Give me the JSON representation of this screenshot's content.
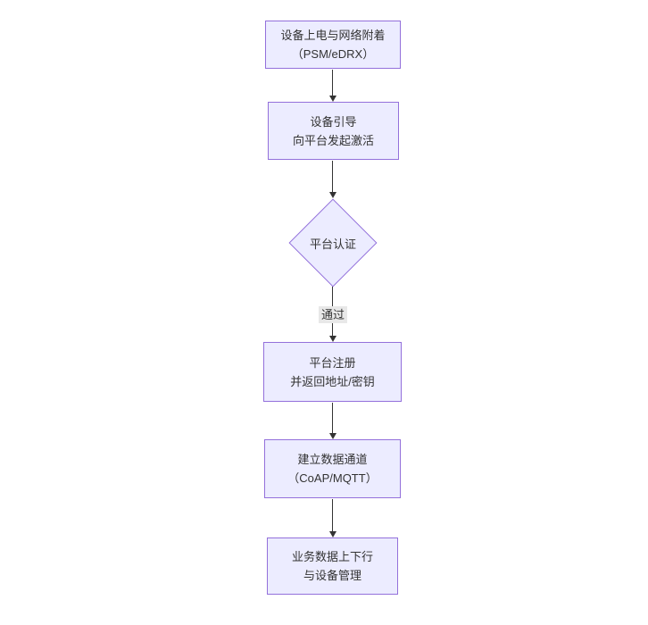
{
  "diagram": {
    "type": "flowchart-vertical",
    "nodes": [
      {
        "id": "power-network-attach",
        "shape": "rect",
        "lines": [
          "设备上电与网络附着",
          "（PSM/eDRX）"
        ]
      },
      {
        "id": "device-bootstrap",
        "shape": "rect",
        "lines": [
          "设备引导",
          "向平台发起激活"
        ]
      },
      {
        "id": "platform-auth",
        "shape": "diamond",
        "lines": [
          "平台认证"
        ]
      },
      {
        "id": "platform-register",
        "shape": "rect",
        "lines": [
          "平台注册",
          "并返回地址/密钥"
        ]
      },
      {
        "id": "data-channel",
        "shape": "rect",
        "lines": [
          "建立数据通道",
          "（CoAP/MQTT）"
        ]
      },
      {
        "id": "business-data",
        "shape": "rect",
        "lines": [
          "业务数据上下行",
          "与设备管理"
        ]
      }
    ],
    "edge_label": "通过",
    "colors": {
      "node_fill": "#ECECFF",
      "node_border": "#9370DB",
      "arrow_color": "#333333",
      "edge_label_bg": "#e8e8e8",
      "text_color": "#333333",
      "background": "#ffffff"
    }
  }
}
